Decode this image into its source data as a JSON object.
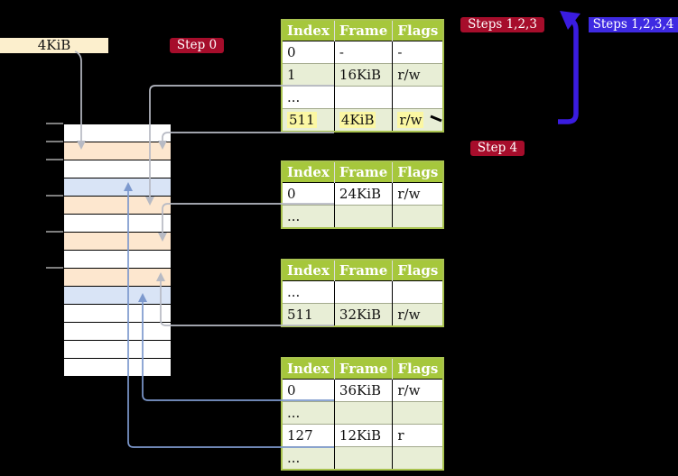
{
  "colors": {
    "background": "#000000",
    "label_box_bg": "#fcefcd",
    "badge_red_bg": "#a60d2b",
    "badge_blue_bg": "#3e2ae2",
    "arrow_blue": "#3a1ce0",
    "wire_gray": "#b7bac4",
    "wire_blue": "#7d99ce",
    "tick_gray": "#7e7e7e",
    "table_header_bg": "#a6c73c",
    "table_border": "#a9c34f",
    "table_row_alt_bg": "#e8eed6",
    "highlight_yellow": "#fbf7a3",
    "mem_white": "#ffffff",
    "mem_orange": "#fde7cf",
    "mem_blue": "#d9e4f6"
  },
  "labels": {
    "page_size_box": "4KiB",
    "step0_badge": "Step 0",
    "steps123_badge": "Steps 1,2,3",
    "steps1234_badge": "Steps 1,2,3,4",
    "step4_badge": "Step 4"
  },
  "memory_column": {
    "rows": [
      "white",
      "orange",
      "white",
      "blue",
      "orange",
      "white",
      "orange",
      "white",
      "orange",
      "blue",
      "white",
      "white",
      "white",
      "white"
    ]
  },
  "tables": [
    {
      "name": "page-table-level-4",
      "headers": [
        "Index",
        "Frame",
        "Flags"
      ],
      "rows": [
        {
          "cells": [
            "0",
            "-",
            "-"
          ],
          "highlight": false
        },
        {
          "cells": [
            "1",
            "16KiB",
            "r/w"
          ],
          "highlight": false
        },
        {
          "cells": [
            "...",
            "",
            ""
          ],
          "highlight": false
        },
        {
          "cells": [
            "511",
            "4KiB",
            "r/w"
          ],
          "highlight": true
        }
      ]
    },
    {
      "name": "page-table-level-3",
      "headers": [
        "Index",
        "Frame",
        "Flags"
      ],
      "rows": [
        {
          "cells": [
            "0",
            "24KiB",
            "r/w"
          ],
          "highlight": false
        },
        {
          "cells": [
            "...",
            "",
            ""
          ],
          "highlight": false
        }
      ]
    },
    {
      "name": "page-table-level-2",
      "headers": [
        "Index",
        "Frame",
        "Flags"
      ],
      "rows": [
        {
          "cells": [
            "...",
            "",
            ""
          ],
          "highlight": false
        },
        {
          "cells": [
            "511",
            "32KiB",
            "r/w"
          ],
          "highlight": false
        }
      ]
    },
    {
      "name": "page-table-level-1",
      "headers": [
        "Index",
        "Frame",
        "Flags"
      ],
      "rows": [
        {
          "cells": [
            "0",
            "36KiB",
            "r/w"
          ],
          "highlight": false
        },
        {
          "cells": [
            "...",
            "",
            ""
          ],
          "highlight": false
        },
        {
          "cells": [
            "127",
            "12KiB",
            "r"
          ],
          "highlight": false
        },
        {
          "cells": [
            "...",
            "",
            ""
          ],
          "highlight": false
        }
      ]
    }
  ]
}
